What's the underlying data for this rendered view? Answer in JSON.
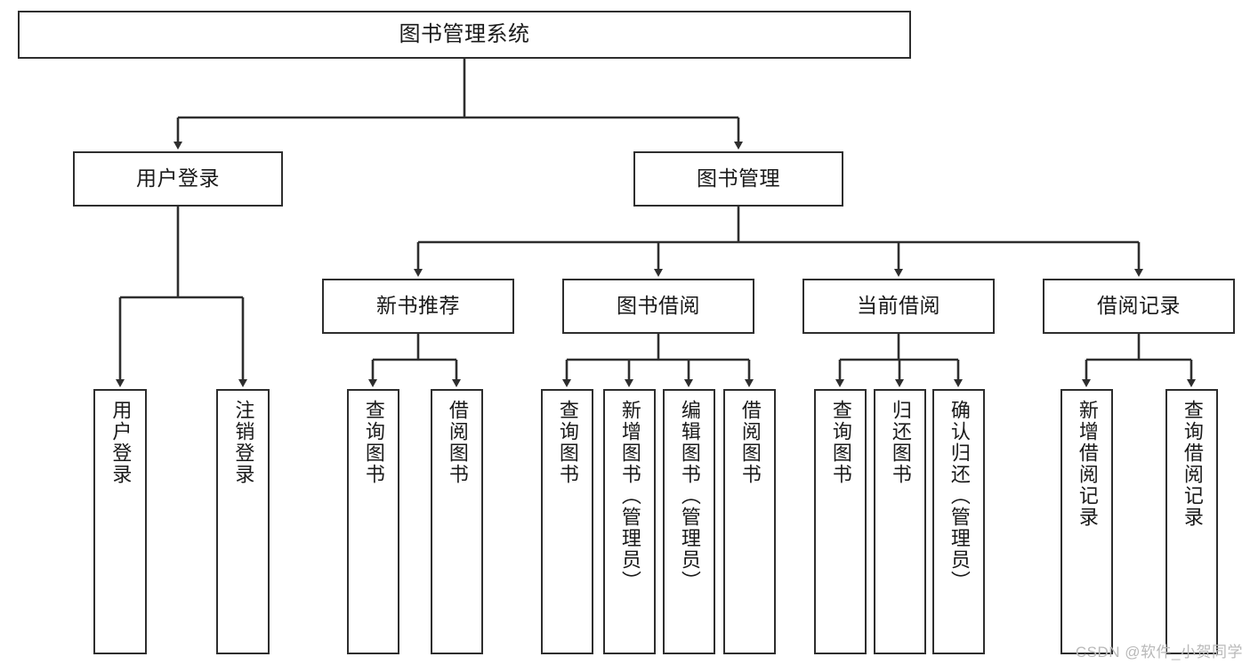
{
  "diagram": {
    "title": "图书管理系统",
    "type": "tree-hierarchy",
    "stroke_color": "#2e2e2e",
    "fill_color": "#ffffff",
    "text_color": "#1a1a1a"
  },
  "root": {
    "label": "图书管理系统"
  },
  "level2": [
    {
      "label": "用户登录"
    },
    {
      "label": "图书管理"
    }
  ],
  "level3": [
    {
      "label": "新书推荐"
    },
    {
      "label": "图书借阅"
    },
    {
      "label": "当前借阅"
    },
    {
      "label": "借阅记录"
    }
  ],
  "leaves": {
    "user_login": [
      {
        "label": "用户登录"
      },
      {
        "label": "注销登录"
      }
    ],
    "new_book_recommend": [
      {
        "label": "查询图书"
      },
      {
        "label": "借阅图书"
      }
    ],
    "book_borrow": [
      {
        "label": "查询图书"
      },
      {
        "label": "新增图书（管理员）"
      },
      {
        "label": "编辑图书（管理员）"
      },
      {
        "label": "借阅图书"
      }
    ],
    "current_borrow": [
      {
        "label": "查询图书"
      },
      {
        "label": "归还图书"
      },
      {
        "label": "确认归还（管理员）"
      }
    ],
    "borrow_record": [
      {
        "label": "新增借阅记录"
      },
      {
        "label": "查询借阅记录"
      }
    ]
  },
  "watermark": {
    "text": "CSDN @软件_小贺同学"
  }
}
